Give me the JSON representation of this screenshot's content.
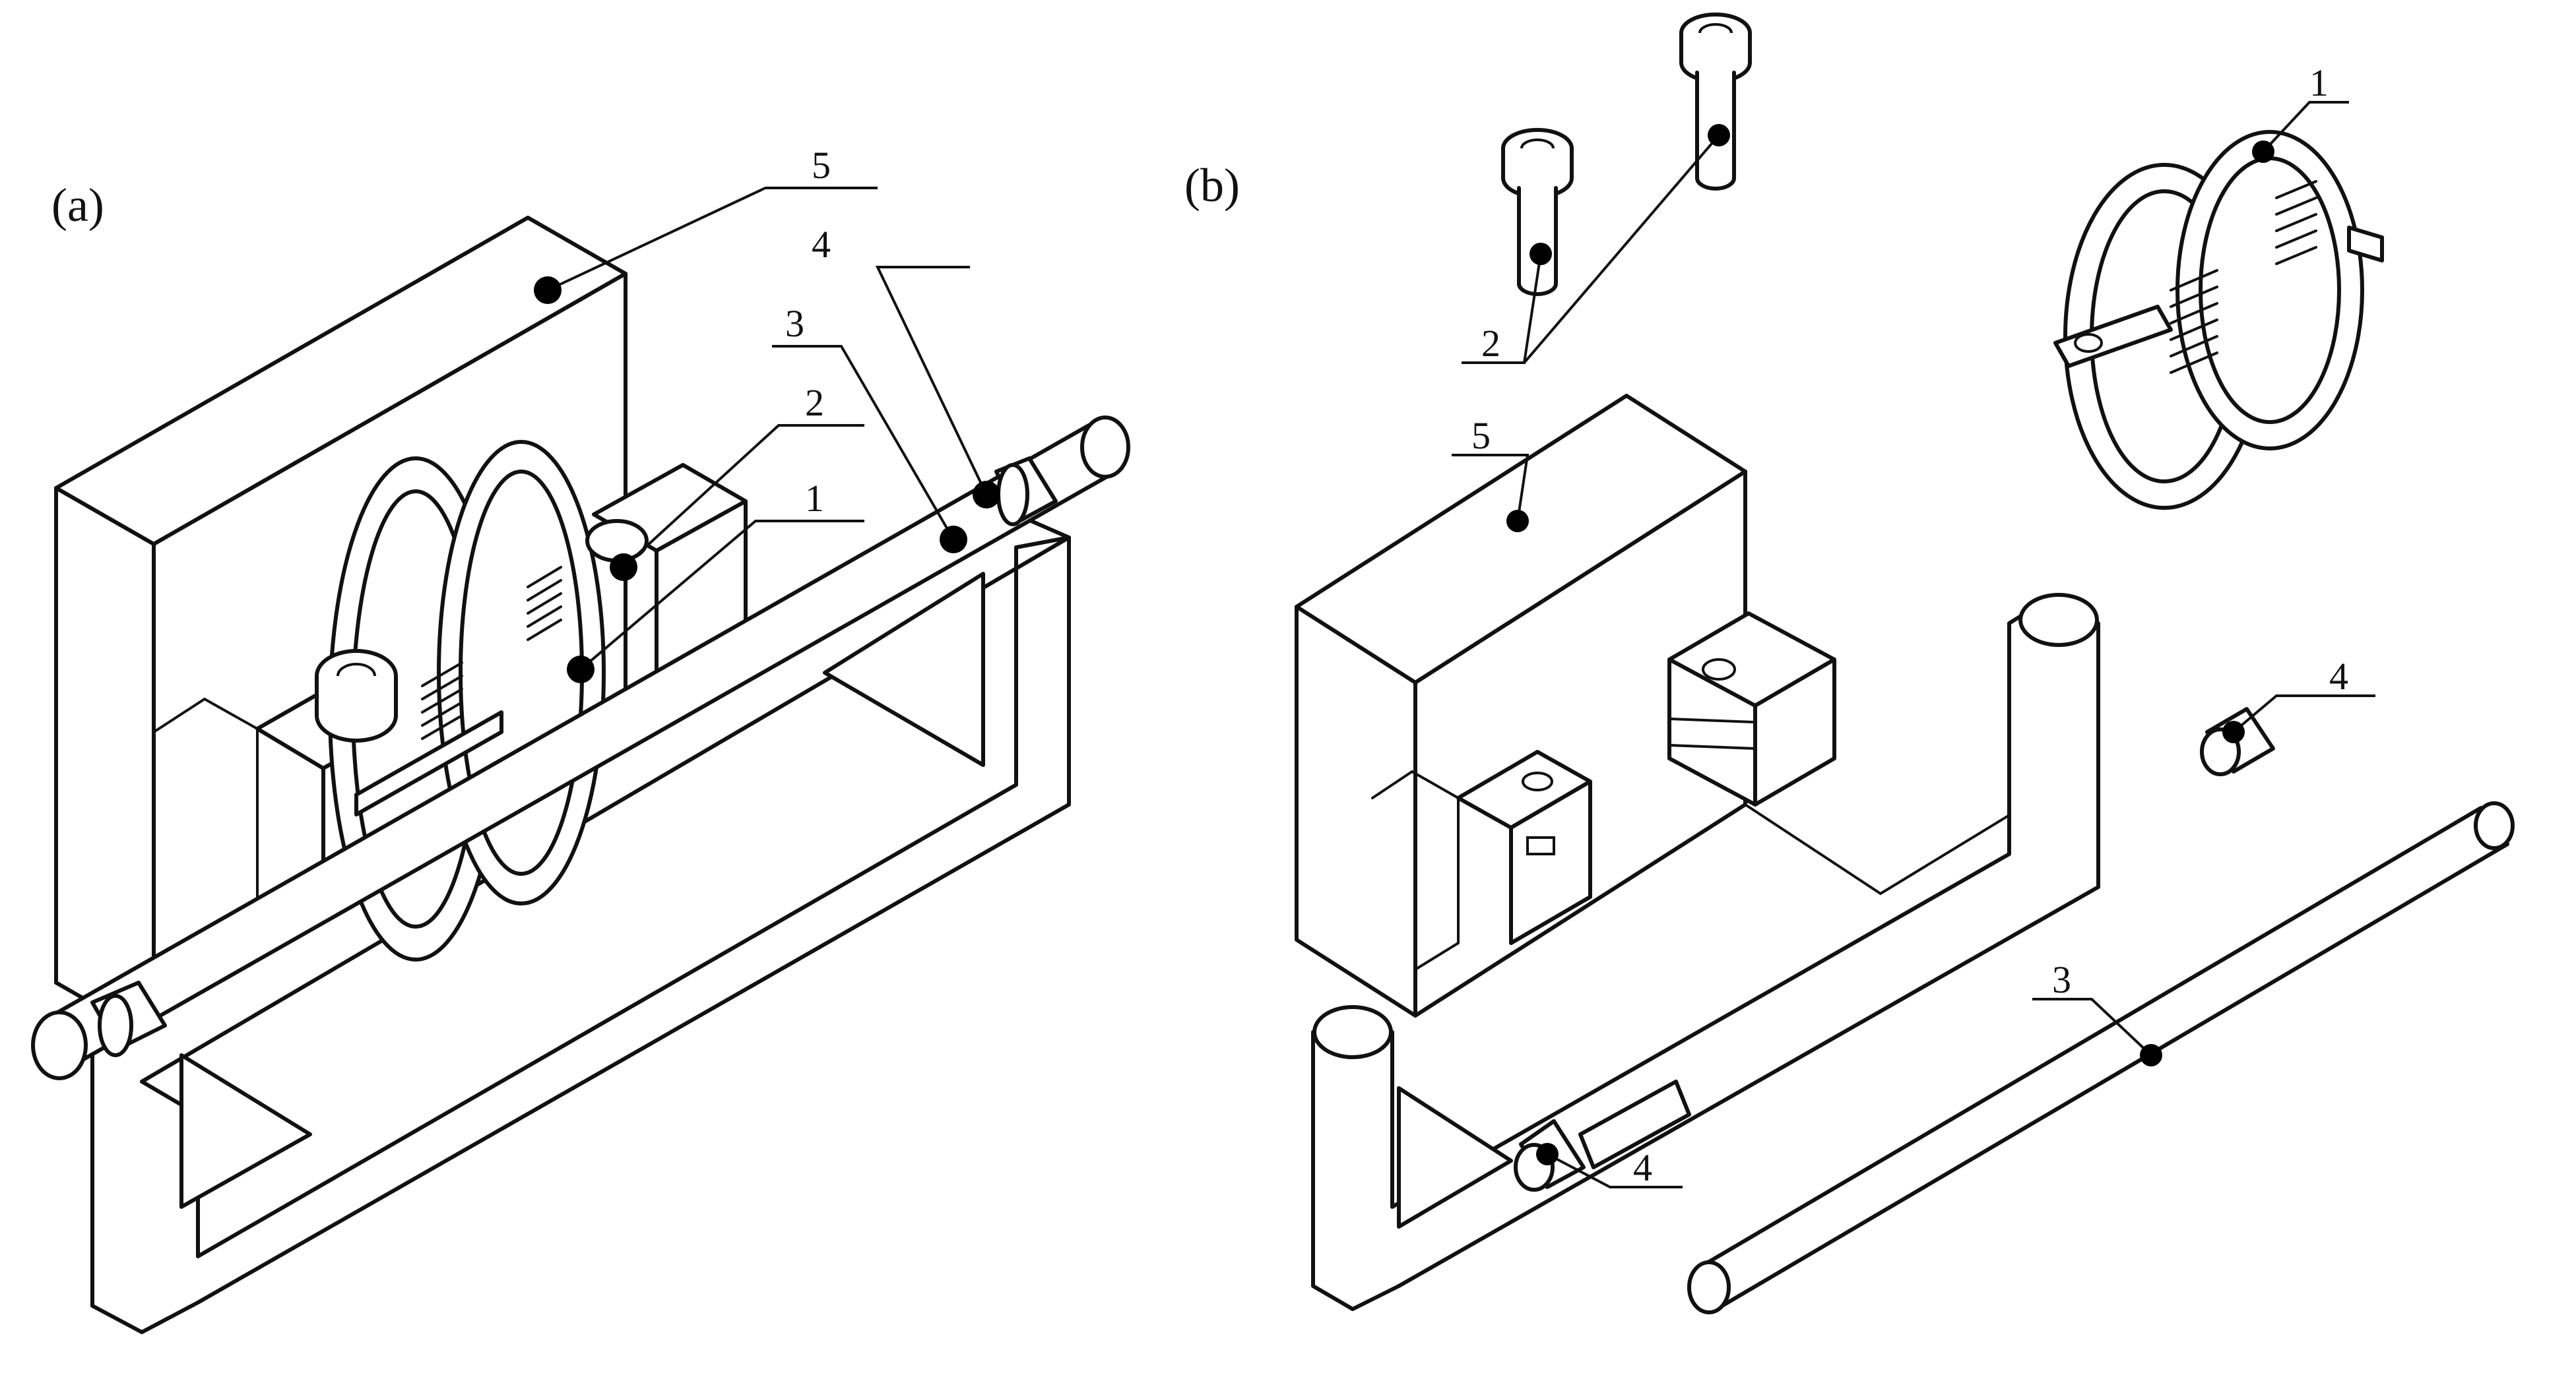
{
  "panels": {
    "a": {
      "label": "(a)"
    },
    "b": {
      "label": "(b)"
    }
  },
  "callouts": {
    "a": [
      "5",
      "4",
      "3",
      "2",
      "1"
    ],
    "b": [
      "2",
      "1",
      "5",
      "4",
      "4",
      "3"
    ]
  },
  "colors": {
    "ink": "#111111",
    "paper": "#ffffff"
  }
}
